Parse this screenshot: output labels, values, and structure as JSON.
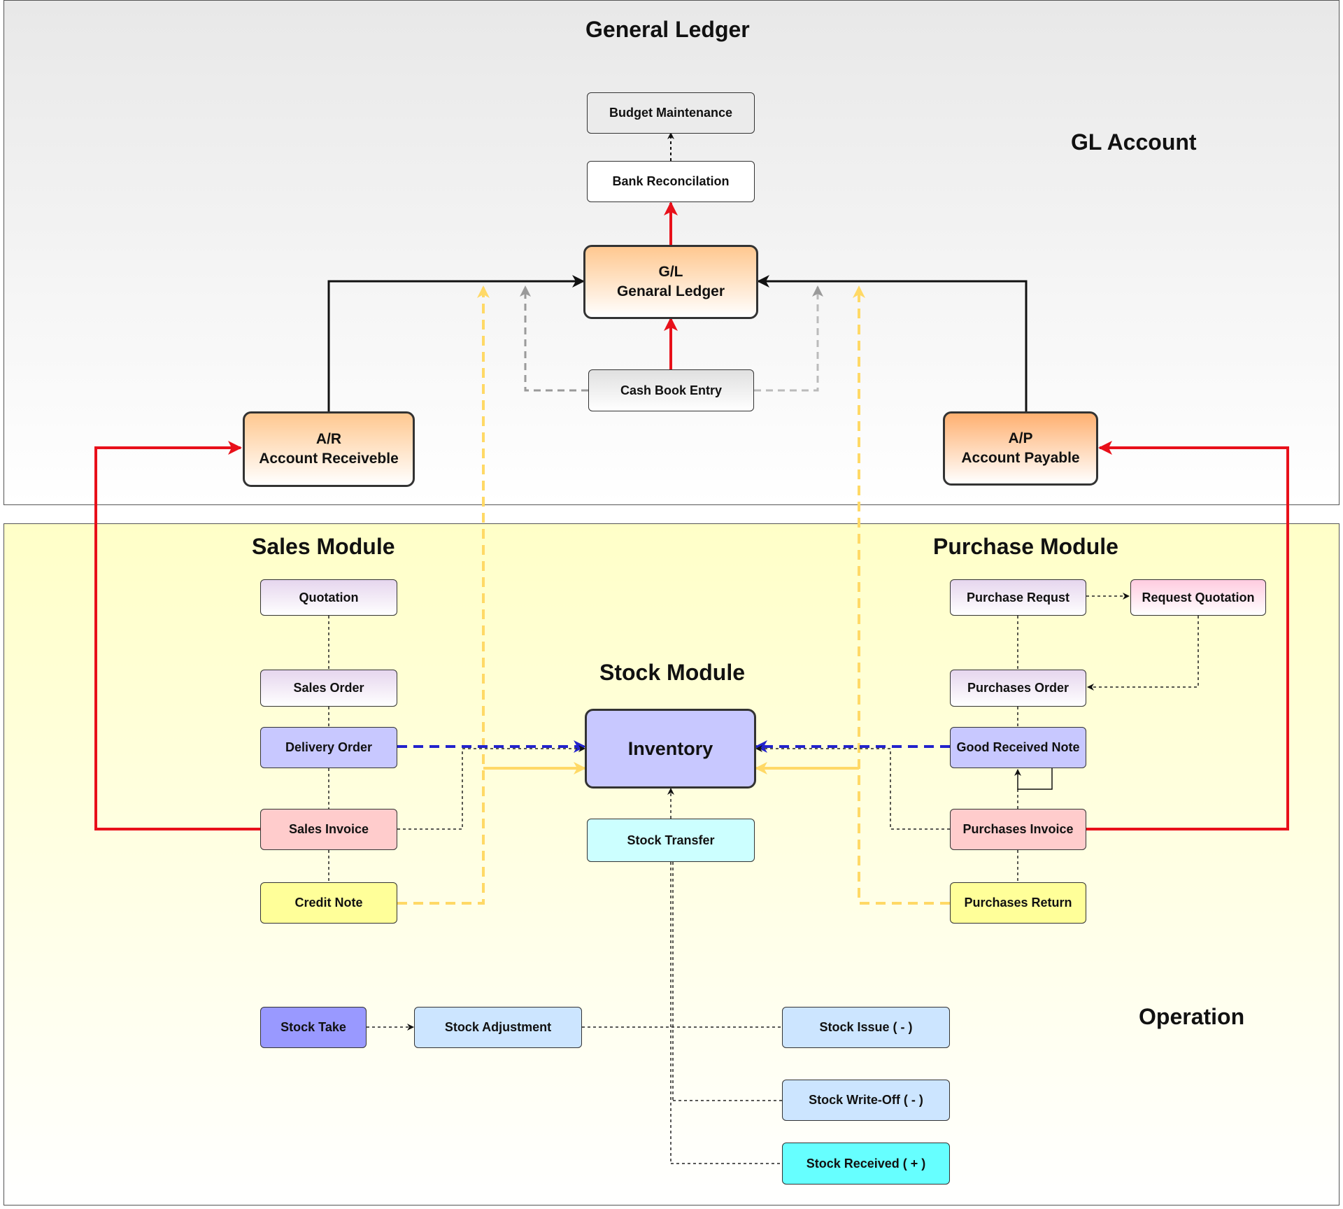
{
  "titles": {
    "general_ledger": "General Ledger",
    "gl_account": "GL Account",
    "sales_module": "Sales Module",
    "purchase_module": "Purchase Module",
    "stock_module": "Stock Module",
    "operation": "Operation"
  },
  "nodes": {
    "budget_maintenance": "Budget Maintenance",
    "bank_reconcilation": "Bank Reconcilation",
    "gl": "G/L\nGenaral Ledger",
    "cash_book_entry": "Cash Book Entry",
    "ar": "A/R\nAccount Receiveble",
    "ap": "A/P\nAccount Payable",
    "quotation": "Quotation",
    "sales_order": "Sales Order",
    "delivery_order": "Delivery Order",
    "sales_invoice": "Sales Invoice",
    "credit_note": "Credit Note",
    "inventory": "Inventory",
    "stock_transfer": "Stock Transfer",
    "purchase_requst": "Purchase Requst",
    "request_quotation": "Request Quotation",
    "purchases_order": "Purchases Order",
    "good_received_note": "Good Received Note",
    "purchases_invoice": "Purchases Invoice",
    "purchases_return": "Purchases Return",
    "stock_take": "Stock Take",
    "stock_adjustment": "Stock Adjustment",
    "stock_issue": "Stock Issue ( - )",
    "stock_write_off": "Stock Write-Off ( - )",
    "stock_received": "Stock Received ( + )"
  },
  "colors": {
    "red": "#e8101a",
    "yellow": "#ffd966",
    "blue": "#2222cc",
    "gray": "#9a9a9a",
    "orange_node": "#ffc890",
    "lavender_node": "#c8c8ff",
    "pink_node": "#ffcccc",
    "yellow_node": "#ffff99",
    "cyan_node": "#ccffff",
    "light_blue_node": "#cce5ff"
  }
}
